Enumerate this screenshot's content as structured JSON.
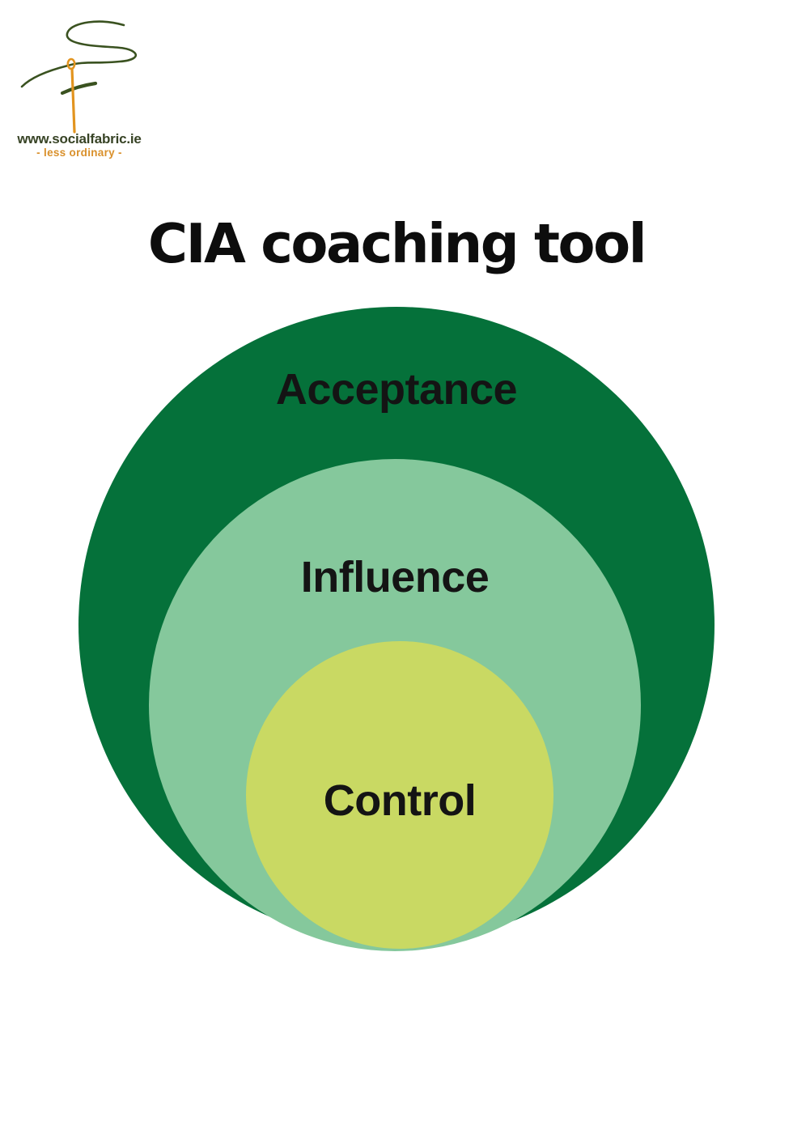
{
  "logo": {
    "site_url": "www.socialfabric.ie",
    "tagline": "- less ordinary -",
    "colors": {
      "thread": "#3a5220",
      "needle": "#e2941f",
      "url_text": "#374325",
      "tagline_text": "#d9902b"
    }
  },
  "title": "CIA coaching tool",
  "diagram": {
    "type": "nested-circles",
    "rings": [
      {
        "id": "acceptance",
        "label": "Acceptance",
        "color": "#05713a"
      },
      {
        "id": "influence",
        "label": "Influence",
        "color": "#85c89c"
      },
      {
        "id": "control",
        "label": "Control",
        "color": "#c9d963"
      }
    ],
    "label_color": "#141414"
  },
  "background_color": "#ffffff"
}
